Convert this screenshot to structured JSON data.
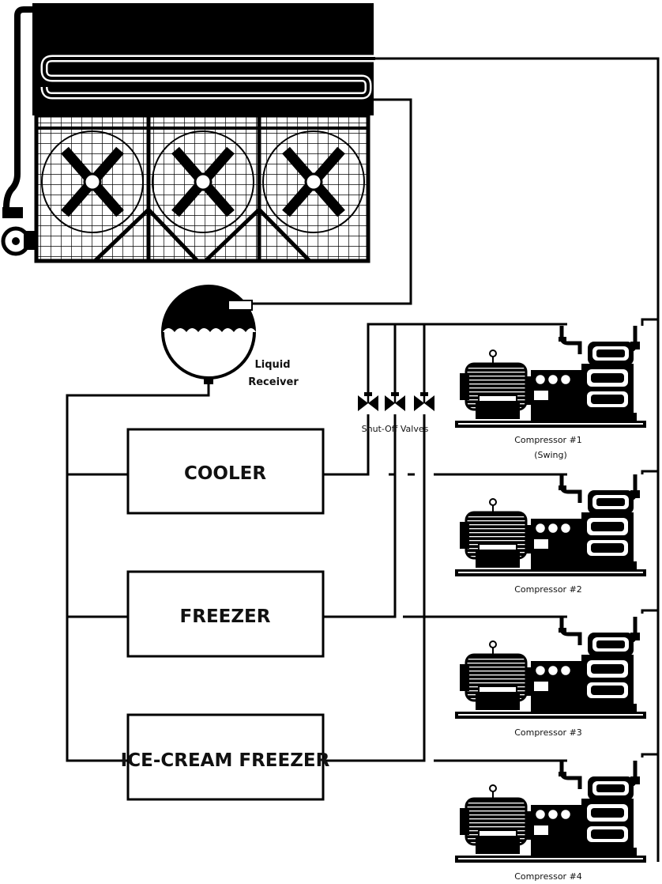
{
  "loads": {
    "cooler": "COOLER",
    "freezer": "FREEZER",
    "ice_cream_freezer": "ICE-CREAM FREEZER"
  },
  "receiver": {
    "line1": "Liquid",
    "line2": "Receiver"
  },
  "valves": {
    "label": "Shut-Off Valves"
  },
  "compressors": [
    {
      "label": "Compressor #1",
      "sublabel": "(Swing)"
    },
    {
      "label": "Compressor #2"
    },
    {
      "label": "Compressor #3"
    },
    {
      "label": "Compressor #4"
    }
  ],
  "colors": {
    "ink": "#000000",
    "background": "#ffffff"
  }
}
